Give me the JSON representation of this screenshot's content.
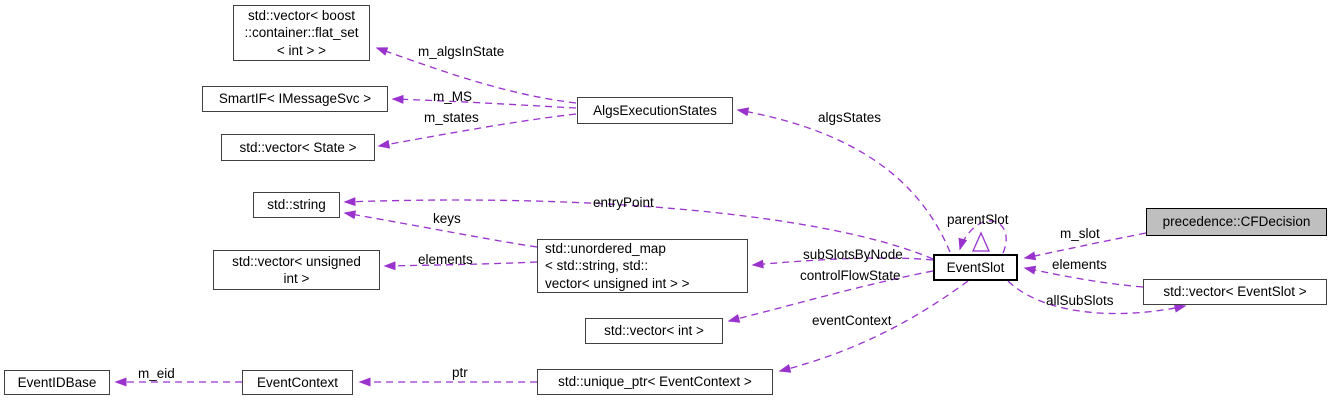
{
  "colors": {
    "edge": "#9a32cd",
    "node_border": "#404040",
    "node_background": "#ffffff",
    "highlight_background": "#bfbfbf",
    "text": "#000000"
  },
  "nodes": {
    "flat_set": {
      "label": "std::vector< boost\n::container::flat_set\n< int > >"
    },
    "smartif": {
      "label": "SmartIF< IMessageSvc >"
    },
    "vec_state": {
      "label": "std::vector< State >"
    },
    "algsexec": {
      "label": "AlgsExecutionStates"
    },
    "stdstring": {
      "label": "std::string"
    },
    "vec_uint": {
      "label": "std::vector< unsigned\nint >"
    },
    "umap": {
      "label": "std::unordered_map\n< std::string, std::\nvector< unsigned int > >"
    },
    "vec_int": {
      "label": "std::vector< int >"
    },
    "eventslot": {
      "label": "EventSlot"
    },
    "cfdecision": {
      "label": "precedence::CFDecision"
    },
    "vec_eventslot": {
      "label": "std::vector< EventSlot >"
    },
    "eventidbase": {
      "label": "EventIDBase"
    },
    "eventcontext": {
      "label": "EventContext"
    },
    "uniqueptr": {
      "label": "std::unique_ptr< EventContext >"
    }
  },
  "edge_labels": {
    "m_algsInState": "m_algsInState",
    "m_MS": "m_MS",
    "m_states": "m_states",
    "algsStates": "algsStates",
    "entryPoint": "entryPoint",
    "keys": "keys",
    "elements_map": "elements",
    "subSlotsByNode": "subSlotsByNode",
    "controlFlowState": "controlFlowState",
    "eventContext": "eventContext",
    "parentSlot": "parentSlot",
    "m_slot": "m_slot",
    "elements_slot": "elements",
    "allSubSlots": "allSubSlots",
    "m_eid": "m_eid",
    "ptr": "ptr"
  }
}
